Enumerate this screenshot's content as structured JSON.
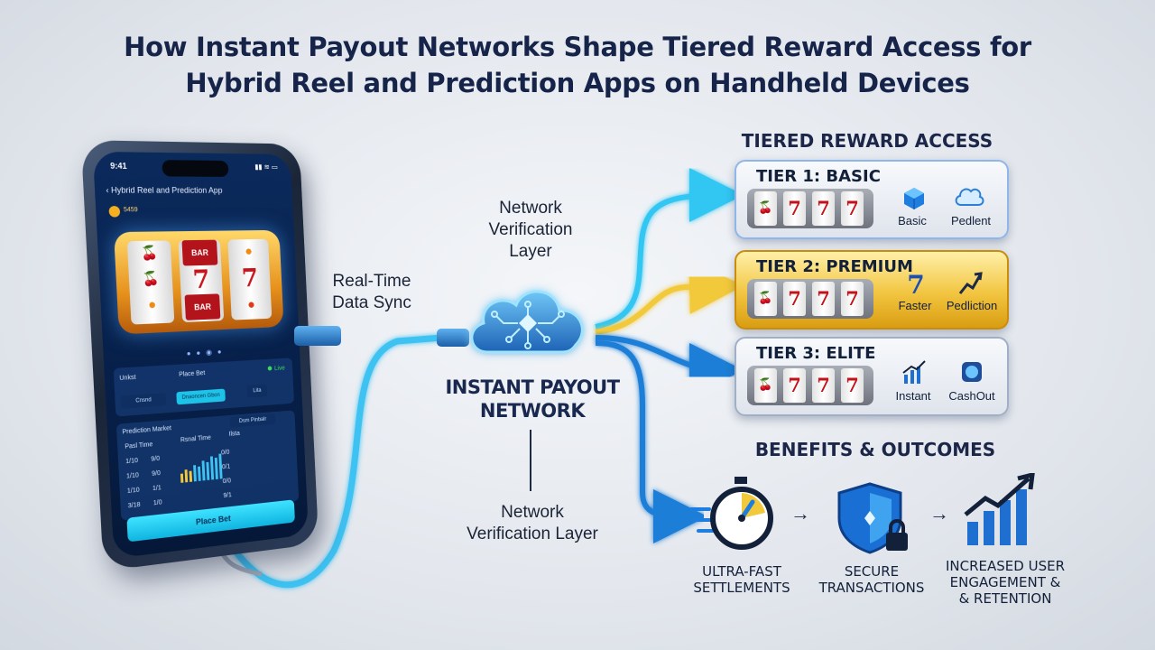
{
  "title": {
    "line1": "How Instant Payout Networks Shape Tiered Reward Access for",
    "line2": "Hybrid Reel and Prediction Apps on Handheld Devices"
  },
  "phone": {
    "time": "9:41",
    "status": "▮▮ ≋ ▭",
    "header": "‹  Hybrid Reel and Prediction App",
    "coin_label": "5459",
    "reel_bar": "BAR",
    "reel_seven": "7",
    "market_label": "Unkst",
    "place_bet_label": "Place Bet",
    "live_label": "Live",
    "btn_left": "Cnsnd",
    "btn_mid": "Dnaoncen Gbon",
    "btn_right": "Lita",
    "prediction_market": "Prediction Market",
    "pm_badge": "Dsm Pinbalr",
    "col1": "Pasl Time",
    "col2": "Rsnal Time",
    "col3": "Ilsta",
    "rows": [
      [
        "1/10",
        "9/0",
        "0/0"
      ],
      [
        "1/10",
        "9/0",
        "0/1"
      ],
      [
        "1/10",
        "1/1",
        "0/0"
      ],
      [
        "3/18",
        "1/0",
        "9/1"
      ]
    ],
    "cta": "Place Bet"
  },
  "labels": {
    "realtime_sync": [
      "Real-Time",
      "Data Sync"
    ],
    "verification_top": [
      "Network",
      "Verification",
      "Layer"
    ],
    "network_title": [
      "INSTANT PAYOUT",
      "NETWORK"
    ],
    "verification_bottom": [
      "Network",
      "Verification Layer"
    ]
  },
  "tiers": {
    "heading": "TIERED REWARD ACCESS",
    "items": [
      {
        "name": "TIER 1: BASIC",
        "feature1": "Basic",
        "feature2": "Pedlent",
        "icon1": "cube-icon",
        "icon2": "cloud-icon"
      },
      {
        "name": "TIER 2: PREMIUM",
        "feature1": "Faster",
        "feature2": "Pedliction",
        "icon1": "seven-icon",
        "icon2": "chart-arrow-icon"
      },
      {
        "name": "TIER 3: ELITE",
        "feature1": "Instant",
        "feature2": "CashOut",
        "icon1": "bar-chart-icon",
        "icon2": "cashout-icon"
      }
    ],
    "seven": "7"
  },
  "benefits": {
    "heading": "BENEFITS & OUTCOMES",
    "items": [
      {
        "lines": [
          "ULTRA-FAST",
          "SETTLEMENTS"
        ],
        "icon": "stopwatch-icon"
      },
      {
        "lines": [
          "SECURE",
          "TRANSACTIONS"
        ],
        "icon": "shield-lock-icon"
      },
      {
        "lines": [
          "INCREASED USER",
          "ENGAGEMENT &",
          "& RETENTION"
        ],
        "icon": "growth-chart-icon"
      }
    ],
    "arrow": "→"
  },
  "colors": {
    "cyan_wire": "#33c6f2",
    "gold_wire": "#f2c93a",
    "blue_wire": "#1f7ed6",
    "navy_text": "#16244a"
  }
}
